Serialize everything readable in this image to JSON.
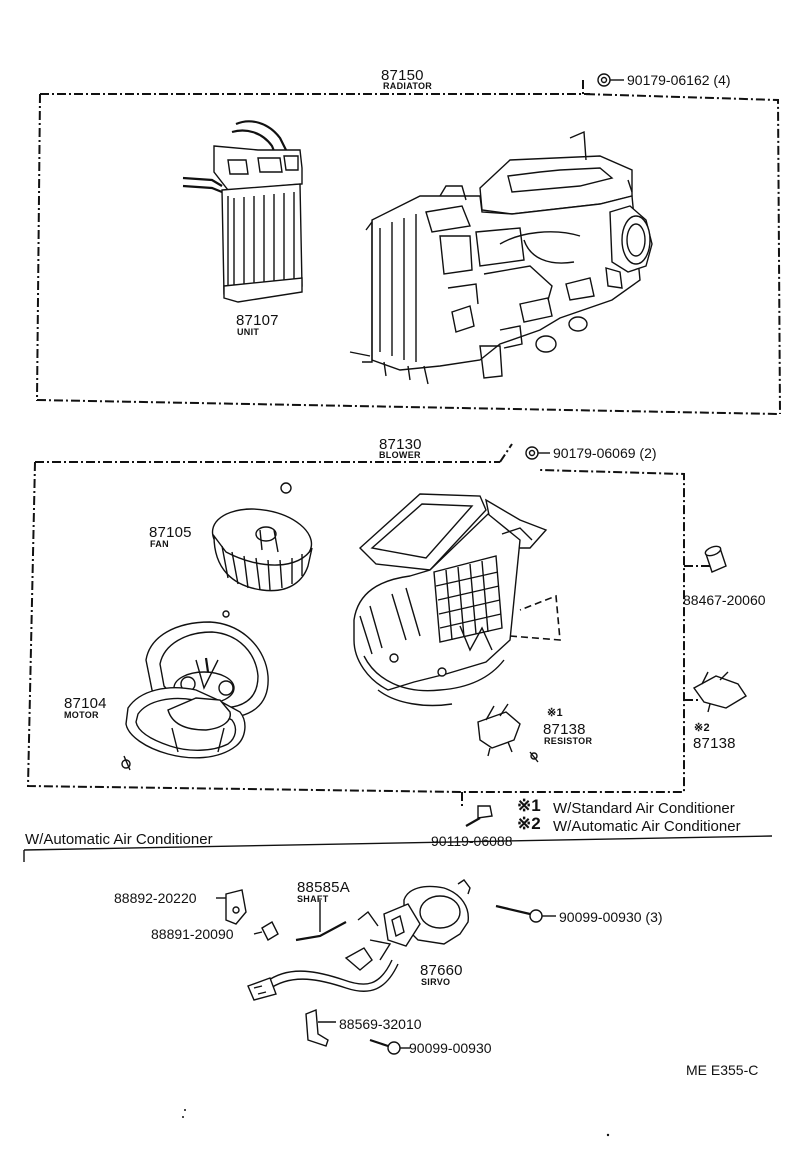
{
  "diagram_id": "ME E355-C",
  "radiator_group": {
    "number": "87150",
    "name": "RADIATOR",
    "unit_number": "87107",
    "unit_name": "UNIT",
    "clip_part": "90179-06162 (4)"
  },
  "blower_group": {
    "number": "87130",
    "name": "BLOWER",
    "nut_part": "90179-06069 (2)",
    "fan_number": "87105",
    "fan_name": "FAN",
    "motor_number": "87104",
    "motor_name": "MOTOR",
    "sleeve_part": "88467-20060",
    "resistor1_mark": "※1",
    "resistor1_number": "87138",
    "resistor1_name": "RESISTOR",
    "resistor2_mark": "※2",
    "resistor2_number": "87138",
    "bolt_part": "90119-06088"
  },
  "legend": {
    "mark1": "※1",
    "text1": "W/Standard Air Conditioner",
    "mark2": "※2",
    "text2": "W/Automatic Air Conditioner"
  },
  "auto_section": {
    "title": "W/Automatic Air Conditioner",
    "bracket_part": "88892-20220",
    "clip_part": "88891-20090",
    "shaft_number": "88585A",
    "shaft_name": "SHAFT",
    "screw_part": "90099-00930 (3)",
    "servo_number": "87660",
    "servo_name": "SIRVO",
    "bracket2_part": "88569-32010",
    "screw2_part": "90099-00930"
  }
}
